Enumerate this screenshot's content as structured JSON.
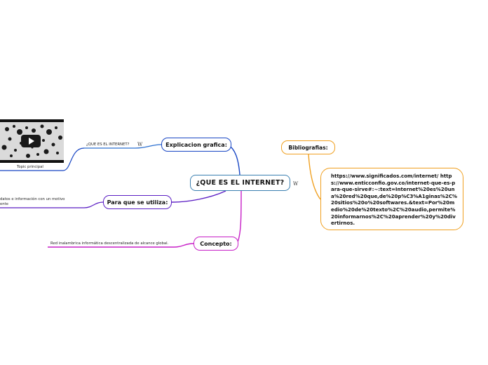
{
  "root": {
    "label": "¿QUE ES EL INTERNET?",
    "wiki_mark": "W"
  },
  "branches": {
    "explicacion": {
      "label": "Explicacion grafica:",
      "subtopic": "¿QUE ES EL INTERNET?",
      "wiki_mark": "W",
      "video_caption": "Topic principal"
    },
    "para_que": {
      "label": "Para que se utiliza:",
      "text_line1": "datos e información con un motivo",
      "text_line2": "ente"
    },
    "concepto": {
      "label": "Concepto:",
      "text": "Red inalambrica informática descentralizada de alcance global."
    },
    "bibliografias": {
      "label": "Bibliografias:",
      "urls": "https://www.significados.com/internet/ https://www.enticconfio.gov.co/internet-que-es-para-que-sirve#:~:text=Internet%20es%20una%20red%20que,de%20p%C3%A1ginas%2C%20sitios%20o%20softwares.&text=Por%20medio%20de%20texto%2C%20audio,permite%20informarnos%2C%20aprender%20y%20divertirnos."
    }
  },
  "colors": {
    "root_border": "#3a7fb0",
    "explicacion": "#1846c4",
    "para_que": "#5b1ec4",
    "concepto": "#c71fc7",
    "bibliografias": "#f0a020"
  },
  "icons": {
    "video": "play-icon"
  }
}
